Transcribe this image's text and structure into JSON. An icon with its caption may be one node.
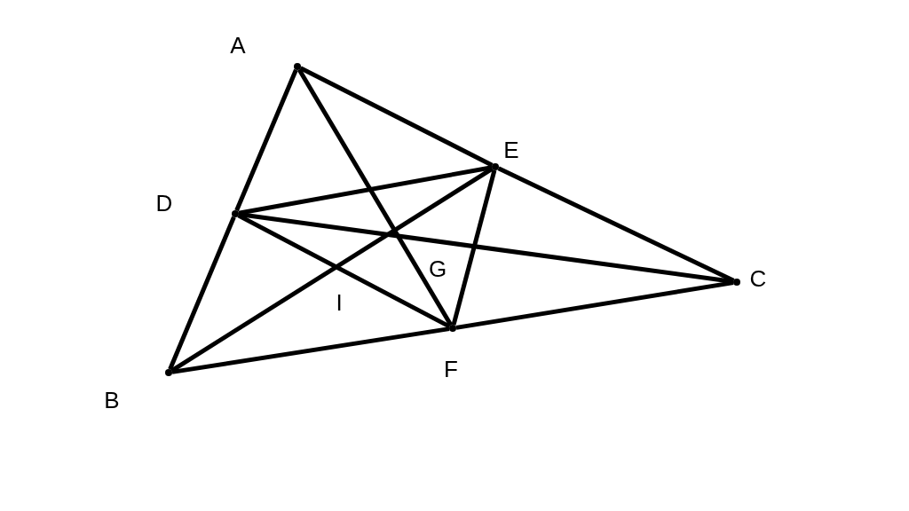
{
  "diagram": {
    "nodes": [
      {
        "text": [],
        "shape": "dot",
        "beside": [
          "A"
        ]
      },
      {
        "text": [],
        "shape": "dot",
        "beside": [
          "B"
        ]
      },
      {
        "text": [],
        "shape": "dot",
        "beside": [
          "C"
        ]
      },
      {
        "text": [],
        "shape": "dot",
        "beside": [
          "D"
        ]
      },
      {
        "text": [],
        "shape": "dot",
        "beside": [
          "E"
        ]
      },
      {
        "text": [],
        "shape": "dot",
        "beside": [
          "F"
        ]
      }
    ],
    "edges": [
      {
        "from": 0,
        "to": 3,
        "arrow": "none"
      },
      {
        "from": 3,
        "to": 1,
        "arrow": "none"
      },
      {
        "from": 0,
        "to": 4,
        "arrow": "none"
      },
      {
        "from": 4,
        "to": 2,
        "arrow": "none"
      },
      {
        "from": 1,
        "to": 5,
        "arrow": "none"
      },
      {
        "from": 5,
        "to": 2,
        "arrow": "none"
      },
      {
        "from": 0,
        "to": 5,
        "arrow": "none"
      },
      {
        "from": 3,
        "to": 4,
        "arrow": "none"
      },
      {
        "from": 3,
        "to": 2,
        "arrow": "none"
      },
      {
        "from": 3,
        "to": 5,
        "arrow": "none"
      },
      {
        "from": 1,
        "to": 4,
        "arrow": "none"
      },
      {
        "from": 4,
        "to": 5,
        "arrow": "none"
      }
    ],
    "labels": [
      "G",
      "I"
    ]
  }
}
